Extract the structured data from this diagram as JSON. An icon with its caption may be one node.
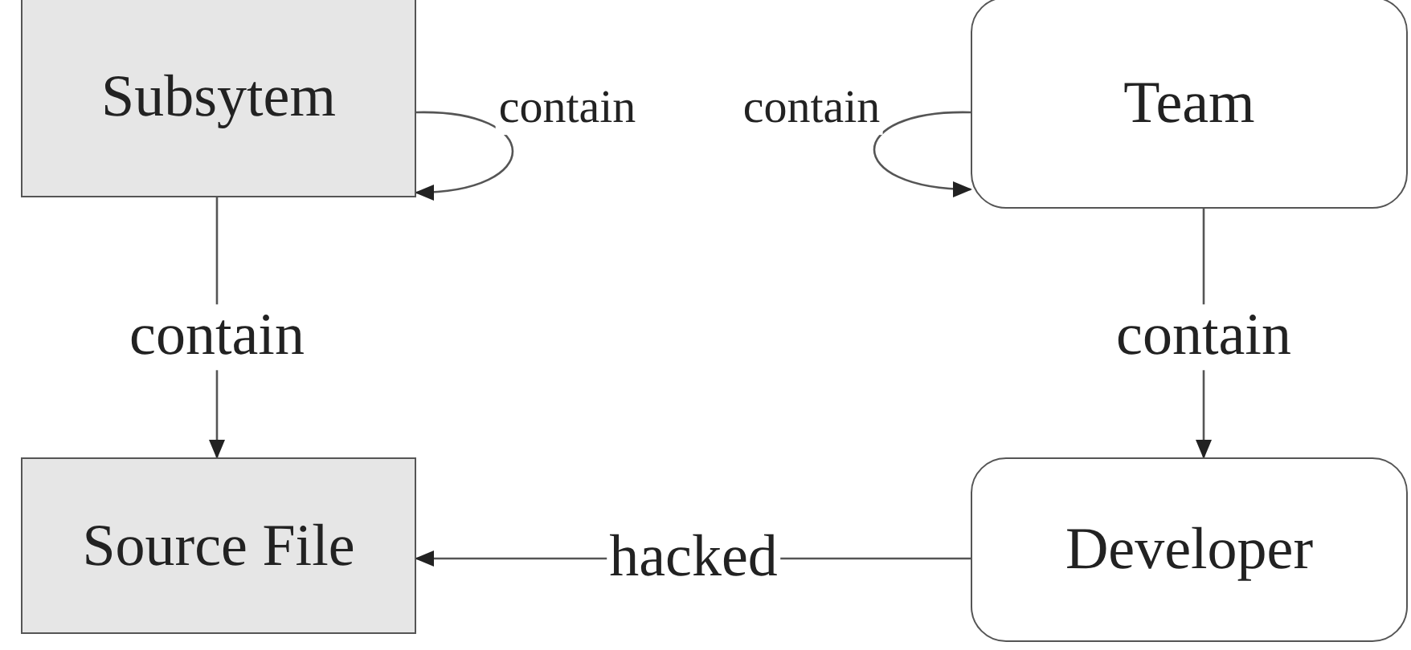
{
  "diagram": {
    "nodes": [
      {
        "text": [
          "Subsytem"
        ]
      },
      {
        "text": [
          "Team"
        ]
      },
      {
        "text": [
          "Source File"
        ]
      },
      {
        "text": [
          "Developer"
        ]
      }
    ],
    "edges": [
      {
        "from": 0,
        "to": 0,
        "arrow": "to",
        "label": "contain"
      },
      {
        "from": 1,
        "to": 1,
        "arrow": "to",
        "label": "contain"
      },
      {
        "from": 0,
        "to": 2,
        "arrow": "to",
        "label": "contain"
      },
      {
        "from": 1,
        "to": 3,
        "arrow": "to",
        "label": "contain"
      },
      {
        "from": 3,
        "to": 2,
        "arrow": "to",
        "label": "hacked"
      }
    ]
  }
}
